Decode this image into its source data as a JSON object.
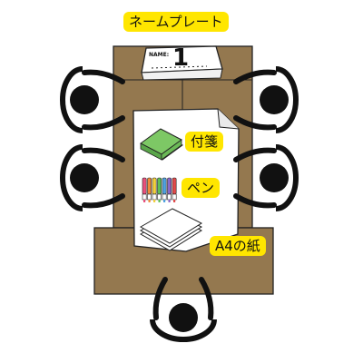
{
  "labels": {
    "nameplate": "ネームプレート",
    "sticky_notes": "付箋",
    "pen": "ペン",
    "a4_paper": "A4の紙"
  },
  "nameplate": {
    "name_label": "NAME:",
    "number": "1"
  },
  "colors": {
    "table": "#94784f",
    "label_bg": "#ffe600",
    "sticky_green": "#7dc865",
    "sticky_pink": "#f4a5b8",
    "person": "#111111"
  },
  "pens": [
    "#e9507c",
    "#f08a3a",
    "#f2cf3c",
    "#5fbf55",
    "#4ea1e0",
    "#8a67c9",
    "#e04a4a"
  ],
  "icons": [
    "person-icon",
    "sticky-notes-icon",
    "pen-icon",
    "paper-stack-icon",
    "nameplate-icon"
  ]
}
